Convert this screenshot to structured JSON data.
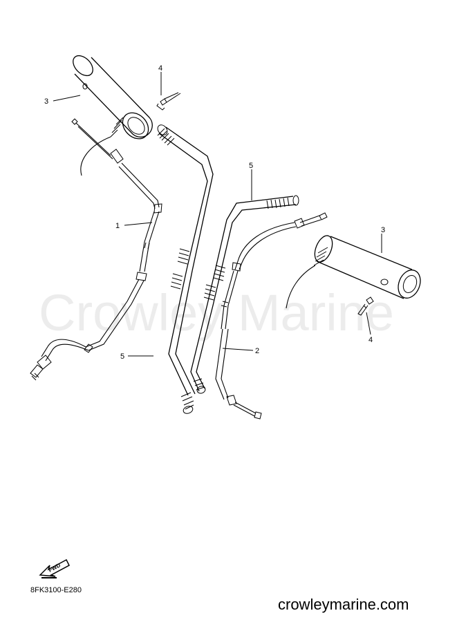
{
  "watermark": "Crowley Marine",
  "diagram_code": "8FK3100-E280",
  "site_url": "crowleymarine.com",
  "fwd_label": "FWD",
  "callouts": {
    "c1": "1",
    "c2": "2",
    "c3_top": "3",
    "c3_right": "3",
    "c4_top": "4",
    "c4_right": "4",
    "c5_top": "5",
    "c5_bottom": "5"
  }
}
